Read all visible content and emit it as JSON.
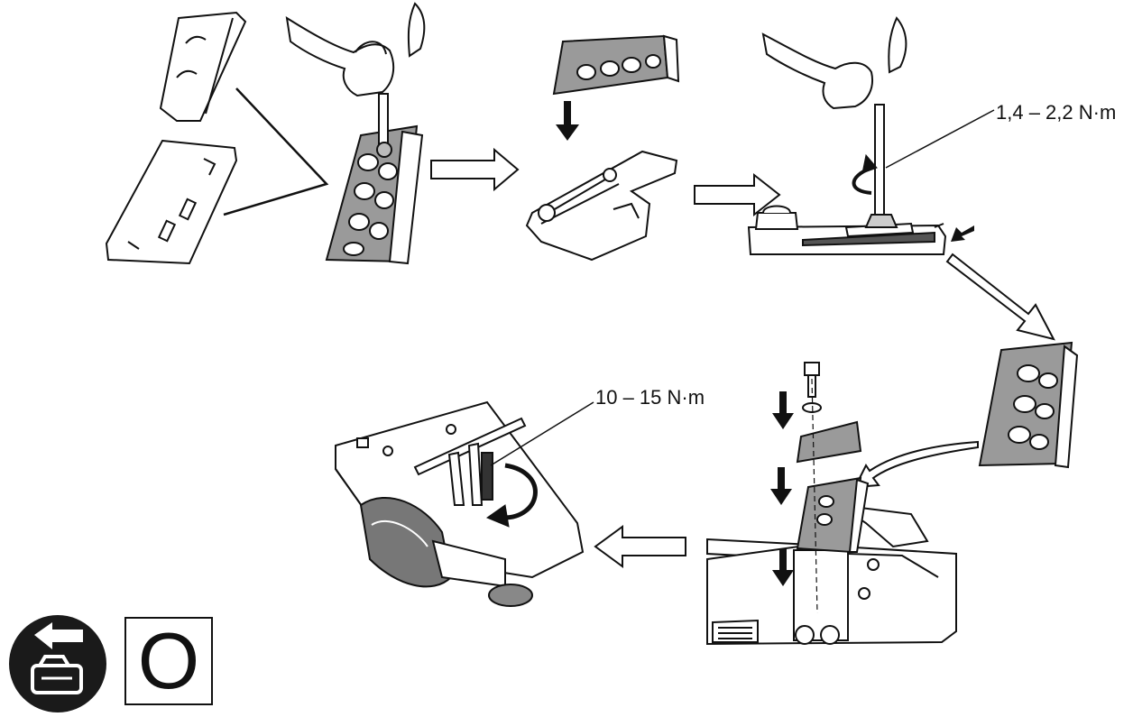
{
  "annotations": {
    "torque_small": "1,4 – 2,2 N·m",
    "torque_large": "10 – 15 N·m"
  },
  "badge": {
    "symbol": "O"
  },
  "icons": {
    "remove_battery": "remove-battery-icon"
  },
  "colors": {
    "line": "#111111",
    "part_fill": "#9a9a9a",
    "paper": "#ffffff",
    "dark": "#1a1a1a"
  }
}
